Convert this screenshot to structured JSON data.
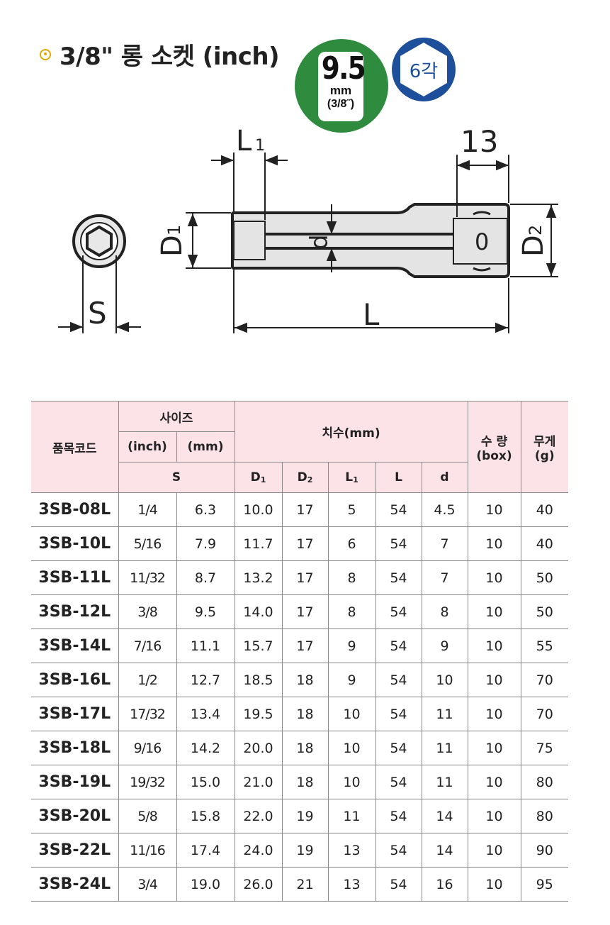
{
  "header": {
    "title": "3/8\" 롱 소켓 (inch)",
    "drive_badge": {
      "size": "9.5",
      "unit": "mm",
      "inch": "(3/8˝)"
    },
    "hex_badge": "6각"
  },
  "colors": {
    "bullet": "#e0a800",
    "badge_green": "#2f8b3e",
    "hex_blue": "#1d4f9a",
    "header_bg": "#fbe3e7"
  },
  "drawing": {
    "labels": {
      "L1": "L",
      "L1_sub": "1",
      "dim13": "13",
      "D1": "D",
      "D1_sub": "1",
      "D2": "D",
      "D2_sub": "2",
      "d": "d",
      "S": "S",
      "L": "L",
      "square": "0"
    }
  },
  "table": {
    "headers": {
      "code": "품목코드",
      "size": "사이즈",
      "inch": "(inch)",
      "mm": "(mm)",
      "s": "S",
      "dims": "치수(mm)",
      "d1": "D",
      "d1_sub": "1",
      "d2": "D",
      "d2_sub": "2",
      "l1": "L",
      "l1_sub": "1",
      "l": "L",
      "d": "d",
      "qty": "수 량",
      "qty_unit": "(box)",
      "weight": "무게",
      "weight_unit": "(g)"
    },
    "rows": [
      {
        "code": "3SB-08L",
        "inch": "1/4",
        "mm": "6.3",
        "D1": "10.0",
        "D2": "17",
        "L1": "5",
        "L": "54",
        "d": "4.5",
        "qty": "10",
        "weight": "40"
      },
      {
        "code": "3SB-10L",
        "inch": "5/16",
        "mm": "7.9",
        "D1": "11.7",
        "D2": "17",
        "L1": "6",
        "L": "54",
        "d": "7",
        "qty": "10",
        "weight": "40"
      },
      {
        "code": "3SB-11L",
        "inch": "11/32",
        "mm": "8.7",
        "D1": "13.2",
        "D2": "17",
        "L1": "8",
        "L": "54",
        "d": "7",
        "qty": "10",
        "weight": "50"
      },
      {
        "code": "3SB-12L",
        "inch": "3/8",
        "mm": "9.5",
        "D1": "14.0",
        "D2": "17",
        "L1": "8",
        "L": "54",
        "d": "8",
        "qty": "10",
        "weight": "50"
      },
      {
        "code": "3SB-14L",
        "inch": "7/16",
        "mm": "11.1",
        "D1": "15.7",
        "D2": "17",
        "L1": "9",
        "L": "54",
        "d": "9",
        "qty": "10",
        "weight": "55"
      },
      {
        "code": "3SB-16L",
        "inch": "1/2",
        "mm": "12.7",
        "D1": "18.5",
        "D2": "18",
        "L1": "9",
        "L": "54",
        "d": "10",
        "qty": "10",
        "weight": "70"
      },
      {
        "code": "3SB-17L",
        "inch": "17/32",
        "mm": "13.4",
        "D1": "19.5",
        "D2": "18",
        "L1": "10",
        "L": "54",
        "d": "11",
        "qty": "10",
        "weight": "70"
      },
      {
        "code": "3SB-18L",
        "inch": "9/16",
        "mm": "14.2",
        "D1": "20.0",
        "D2": "18",
        "L1": "10",
        "L": "54",
        "d": "11",
        "qty": "10",
        "weight": "75"
      },
      {
        "code": "3SB-19L",
        "inch": "19/32",
        "mm": "15.0",
        "D1": "21.0",
        "D2": "18",
        "L1": "10",
        "L": "54",
        "d": "11",
        "qty": "10",
        "weight": "80"
      },
      {
        "code": "3SB-20L",
        "inch": "5/8",
        "mm": "15.8",
        "D1": "22.0",
        "D2": "19",
        "L1": "11",
        "L": "54",
        "d": "14",
        "qty": "10",
        "weight": "80"
      },
      {
        "code": "3SB-22L",
        "inch": "11/16",
        "mm": "17.4",
        "D1": "24.0",
        "D2": "19",
        "L1": "13",
        "L": "54",
        "d": "14",
        "qty": "10",
        "weight": "90"
      },
      {
        "code": "3SB-24L",
        "inch": "3/4",
        "mm": "19.0",
        "D1": "26.0",
        "D2": "21",
        "L1": "13",
        "L": "54",
        "d": "16",
        "qty": "10",
        "weight": "95"
      }
    ]
  }
}
